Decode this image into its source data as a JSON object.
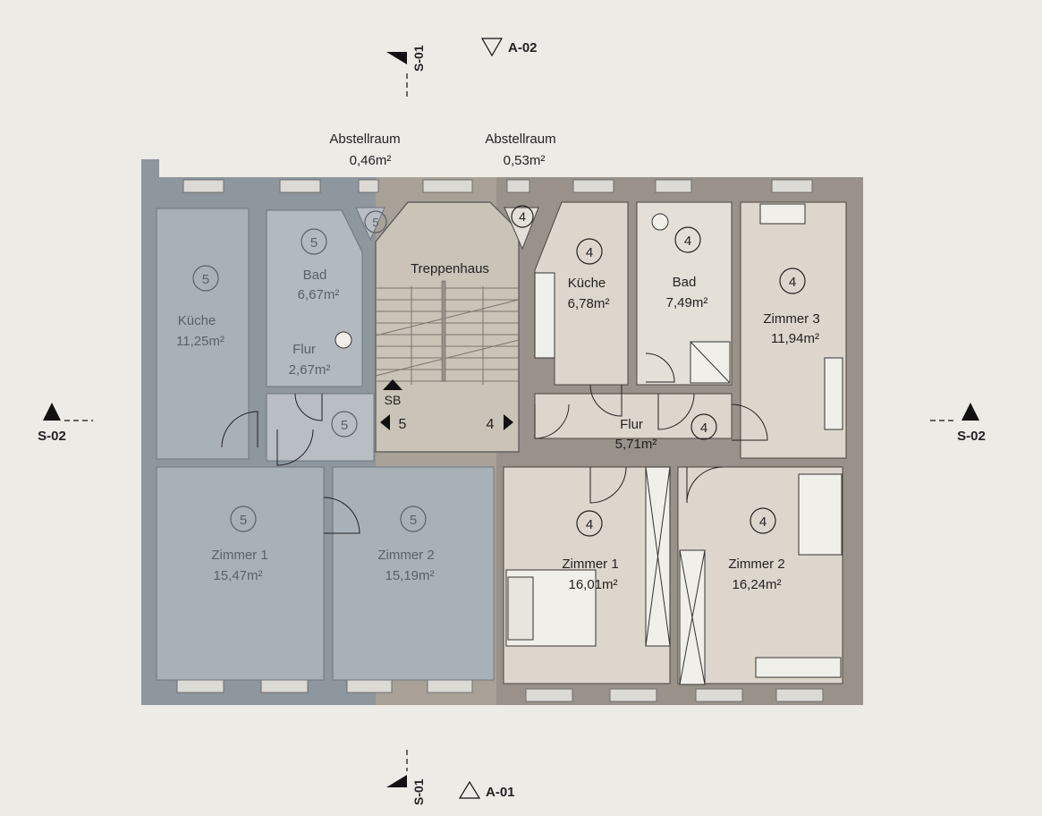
{
  "markers": {
    "section_1": "S-01",
    "section_2": "S-02",
    "view_top": "A-02",
    "view_bottom": "A-01"
  },
  "storage": [
    {
      "name": "Abstellraum",
      "area": "0,46m²"
    },
    {
      "name": "Abstellraum",
      "area": "0,53m²"
    }
  ],
  "stair": {
    "name": "Treppenhaus",
    "sb": "SB",
    "left_unit": "5",
    "right_unit": "4"
  },
  "unit5": {
    "number": "5",
    "color": "#a9b1b8",
    "rooms": {
      "kueche": {
        "name": "Küche",
        "area": "11,25m²"
      },
      "bad": {
        "name": "Bad",
        "area": "6,67m²"
      },
      "flur": {
        "name": "Flur",
        "area": "2,67m²"
      },
      "zimmer1": {
        "name": "Zimmer 1",
        "area": "15,47m²"
      },
      "zimmer2": {
        "name": "Zimmer 2",
        "area": "15,19m²"
      }
    }
  },
  "unit4": {
    "number": "4",
    "color": "#d8d2c8",
    "rooms": {
      "kueche": {
        "name": "Küche",
        "area": "6,78m²"
      },
      "bad": {
        "name": "Bad",
        "area": "7,49m²"
      },
      "zimmer3": {
        "name": "Zimmer 3",
        "area": "11,94m²"
      },
      "flur": {
        "name": "Flur",
        "area": "5,71m²"
      },
      "zimmer1": {
        "name": "Zimmer 1",
        "area": "16,01m²"
      },
      "zimmer2": {
        "name": "Zimmer 2",
        "area": "16,24m²"
      }
    }
  }
}
